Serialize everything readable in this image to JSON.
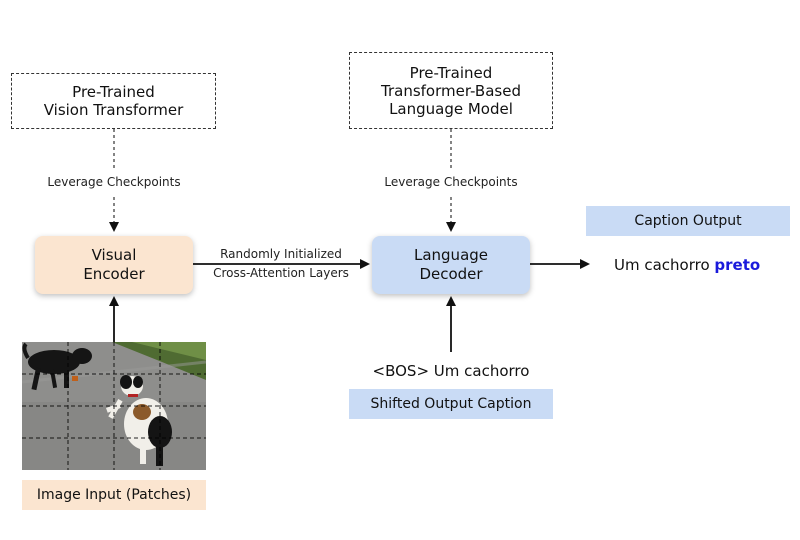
{
  "vit_box": {
    "text": "Pre-Trained\nVision Transformer"
  },
  "lm_box": {
    "text": "Pre-Trained\nTransformer-Based\nLanguage Model"
  },
  "leverage_left": "Leverage Checkpoints",
  "leverage_right": "Leverage Checkpoints",
  "visual_encoder": {
    "text": "Visual\nEncoder",
    "color": "#fbe5d0"
  },
  "language_decoder": {
    "text": "Language\nDecoder",
    "color": "#c9dbf5"
  },
  "cross_attention": {
    "line1": "Randomly Initialized",
    "line2": "Cross-Attention Layers"
  },
  "caption_output_tag": {
    "text": "Caption Output",
    "color": "#c9dbf5"
  },
  "output_text": {
    "prefix": "Um cachorro ",
    "highlight": "preto",
    "highlight_color": "#1a1adb"
  },
  "shifted_input": "<BOS> Um cachorro",
  "shifted_caption_tag": {
    "text": "Shifted Output Caption",
    "color": "#c9dbf5"
  },
  "image_tag": {
    "text": "Image Input (Patches)",
    "color": "#fbe5d0"
  },
  "image_content": "photo-of-two-dogs-on-road"
}
